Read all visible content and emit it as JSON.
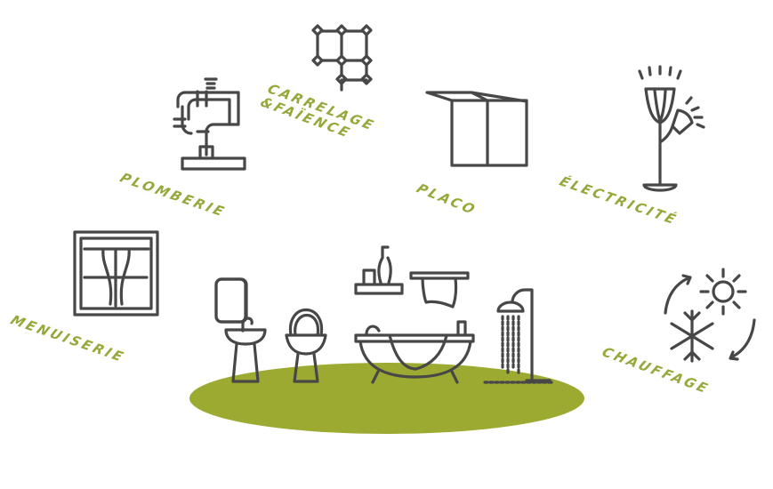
{
  "colors": {
    "accent": "#9caa32",
    "label": "#97a83a",
    "icon": "#474747"
  },
  "categories": [
    {
      "id": "carrelage",
      "label_lines": [
        "CARRELAGE",
        "&FAÏENCE"
      ],
      "icon": "tile-icon"
    },
    {
      "id": "plomberie",
      "label": "PLOMBERIE",
      "icon": "pipe-icon"
    },
    {
      "id": "placo",
      "label": "PLACO",
      "icon": "plasterboard-icon"
    },
    {
      "id": "electricite",
      "label": "ÉLECTRICITÉ",
      "icon": "lamp-icon"
    },
    {
      "id": "menuiserie",
      "label": "MENUISERIE",
      "icon": "window-icon"
    },
    {
      "id": "chauffage",
      "label": "CHAUFFAGE",
      "icon": "heating-cooling-icon"
    }
  ],
  "center": {
    "icon": "bathroom-icon"
  }
}
